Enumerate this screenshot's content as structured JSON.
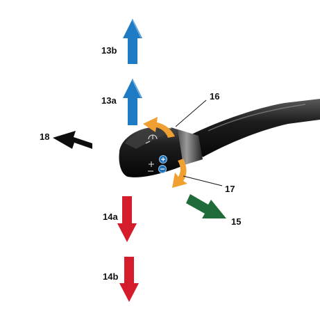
{
  "diagram": {
    "colors": {
      "blue": "#1f7cc4",
      "red": "#d41c2a",
      "green": "#1f6b3a",
      "orange": "#f0a030",
      "black": "#0d0d0d",
      "lever_body": "#1a1a1a"
    },
    "callouts": {
      "c13b": "13b",
      "c13a": "13a",
      "c14a": "14a",
      "c14b": "14b",
      "c15": "15",
      "c16": "16",
      "c17": "17",
      "c18": "18"
    },
    "icons": {
      "lever": "combination-switch-lever-icon",
      "button_up": "plus-button-icon",
      "button_down": "minus-button-icon"
    }
  }
}
